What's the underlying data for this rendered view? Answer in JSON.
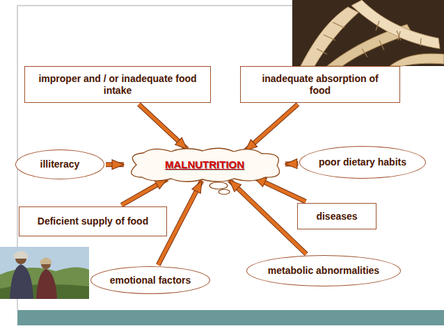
{
  "diagram": {
    "nodes": [
      {
        "text": [
          "improper and / or inadequate food intake"
        ]
      },
      {
        "text": [
          "inadequate absorption of food"
        ]
      },
      {
        "text": [
          "illiteracy"
        ]
      },
      {
        "text": [
          "MALNUTRITION"
        ]
      },
      {
        "text": [
          "poor dietary habits"
        ]
      },
      {
        "text": [
          "diseases"
        ]
      },
      {
        "text": [
          "Deficient supply of food"
        ]
      },
      {
        "text": [
          "metabolic abnormalities"
        ]
      },
      {
        "text": [
          "emotional factors"
        ]
      }
    ],
    "edges": [
      {
        "from": 0,
        "to": 3,
        "arrow": "to"
      },
      {
        "from": 1,
        "to": 3,
        "arrow": "to"
      },
      {
        "from": 2,
        "to": 3,
        "arrow": "to"
      },
      {
        "from": 4,
        "to": 3,
        "arrow": "to"
      },
      {
        "from": 5,
        "to": 3,
        "arrow": "to"
      },
      {
        "from": 6,
        "to": 3,
        "arrow": "to"
      },
      {
        "from": 7,
        "to": 3,
        "arrow": "to"
      },
      {
        "from": 8,
        "to": 3,
        "arrow": "to"
      }
    ]
  }
}
